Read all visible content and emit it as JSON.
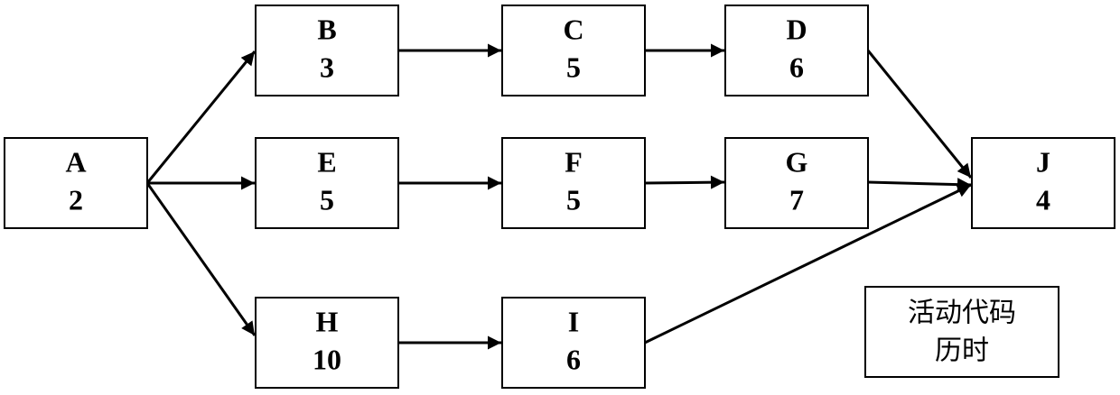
{
  "nodes": [
    {
      "id": "A",
      "code": "A",
      "duration": "2"
    },
    {
      "id": "B",
      "code": "B",
      "duration": "3"
    },
    {
      "id": "C",
      "code": "C",
      "duration": "5"
    },
    {
      "id": "D",
      "code": "D",
      "duration": "6"
    },
    {
      "id": "E",
      "code": "E",
      "duration": "5"
    },
    {
      "id": "F",
      "code": "F",
      "duration": "5"
    },
    {
      "id": "G",
      "code": "G",
      "duration": "7"
    },
    {
      "id": "H",
      "code": "H",
      "duration": "10"
    },
    {
      "id": "I",
      "code": "I",
      "duration": "6"
    },
    {
      "id": "J",
      "code": "J",
      "duration": "4"
    }
  ],
  "edges": [
    {
      "from": "A",
      "to": "B"
    },
    {
      "from": "A",
      "to": "E"
    },
    {
      "from": "A",
      "to": "H"
    },
    {
      "from": "B",
      "to": "C"
    },
    {
      "from": "C",
      "to": "D"
    },
    {
      "from": "D",
      "to": "J"
    },
    {
      "from": "E",
      "to": "F"
    },
    {
      "from": "F",
      "to": "G"
    },
    {
      "from": "G",
      "to": "J"
    },
    {
      "from": "H",
      "to": "I"
    },
    {
      "from": "I",
      "to": "J"
    }
  ],
  "legend": {
    "line1": "活动代码",
    "line2": "历时"
  }
}
